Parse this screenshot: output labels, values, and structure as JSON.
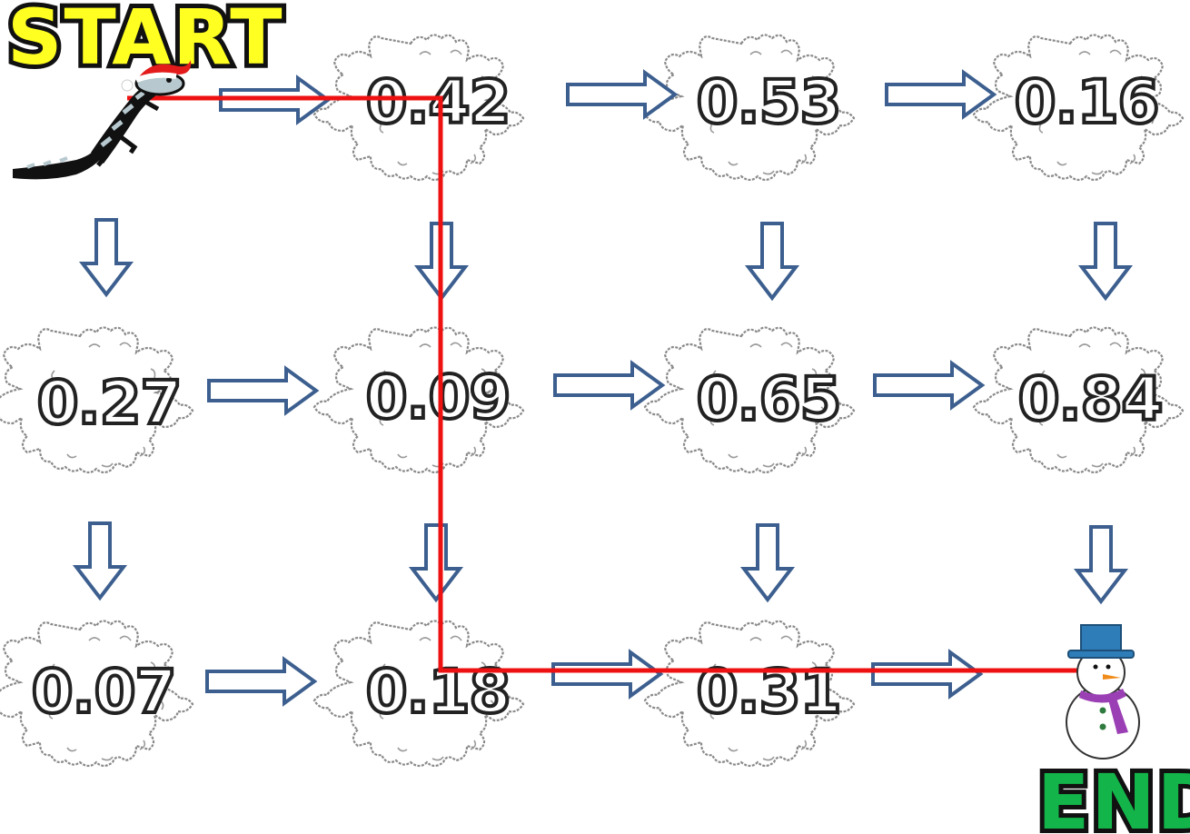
{
  "labels": {
    "start": "START",
    "end": "END"
  },
  "snowflakes": [
    {
      "id": "0.42",
      "value": "0.42"
    },
    {
      "id": "0.53",
      "value": "0.53"
    },
    {
      "id": "0.16",
      "value": "0.16"
    },
    {
      "id": "0.27",
      "value": "0.27"
    },
    {
      "id": "0.09",
      "value": "0.09"
    },
    {
      "id": "0.65",
      "value": "0.65"
    },
    {
      "id": "0.84",
      "value": "0.84"
    },
    {
      "id": "0.07",
      "value": "0.07"
    },
    {
      "id": "0.18",
      "value": "0.18"
    },
    {
      "id": "0.31",
      "value": "0.31"
    }
  ],
  "colors": {
    "start_label": "#ffff22",
    "end_label": "#13b54a",
    "arrow": "#3c5f8f",
    "path_line": "#ee1111",
    "snowflake_outline": "#8a8a8a"
  },
  "icons": {
    "start": "lizard-with-santa-hat-icon",
    "end": "snowman-icon"
  }
}
